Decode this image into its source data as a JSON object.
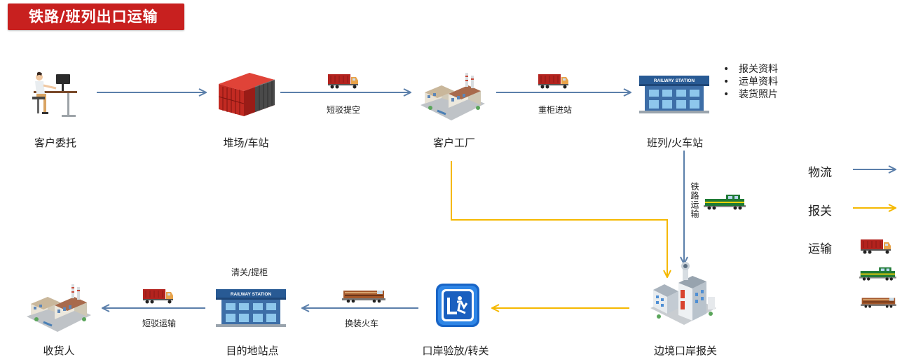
{
  "title": "铁路/班列出口运输",
  "colors": {
    "logistics": "#5b7faa",
    "customs": "#f5b800",
    "brand": "#c8201f"
  },
  "nodes": {
    "client": {
      "label": "客户委托",
      "icon": "person-desk-icon"
    },
    "yard": {
      "label": "堆场/车站",
      "icon": "container-stack-icon"
    },
    "factory": {
      "label": "客户工厂",
      "icon": "factory-icon"
    },
    "station": {
      "label": "班列/火车站",
      "icon": "railway-station-icon"
    },
    "border": {
      "label": "边境口岸报关",
      "icon": "customs-building-icon"
    },
    "inspection": {
      "label": "口岸验放/转关",
      "icon": "inspection-badge-icon"
    },
    "dest_station": {
      "label": "目的地站点",
      "icon": "railway-station-icon"
    },
    "receiver": {
      "label": "收货人",
      "icon": "factory-icon"
    }
  },
  "station_sign": "RAILWAY STATION",
  "edges": {
    "yard_to_factory": "短驳提空",
    "factory_to_station": "重柜进站",
    "rail": "铁路运输",
    "dest_above": "清关/提柜",
    "border_to_dest": "换装火车",
    "to_receiver": "短驳运输"
  },
  "documents": [
    "报关资料",
    "运单资料",
    "装货照片"
  ],
  "legend": {
    "logistics": "物流",
    "customs": "报关",
    "transport": "运输"
  }
}
